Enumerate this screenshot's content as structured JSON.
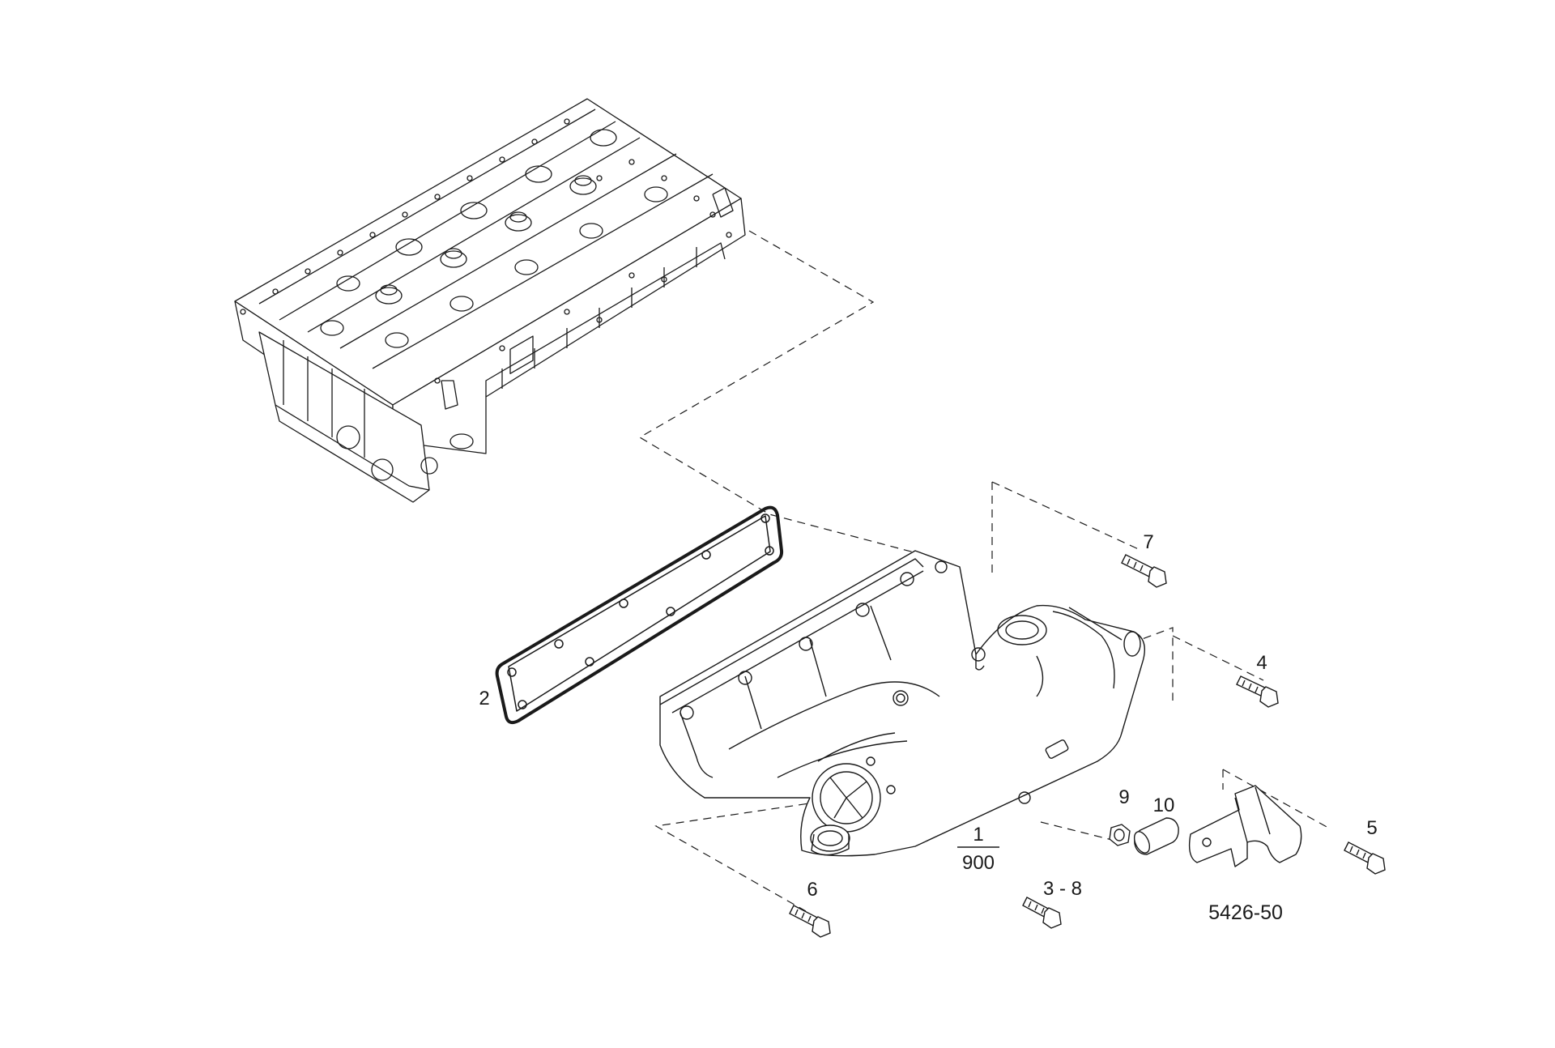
{
  "figure_code": "5426-50",
  "callouts": {
    "part_1": "1",
    "part_1_sub": "900",
    "part_2": "2",
    "part_3_8": "3 - 8",
    "part_4": "4",
    "part_5": "5",
    "part_6": "6",
    "part_7": "7",
    "part_9": "9",
    "part_10": "10"
  },
  "colors": {
    "line": "#1a1a1a",
    "background": "#ffffff"
  }
}
